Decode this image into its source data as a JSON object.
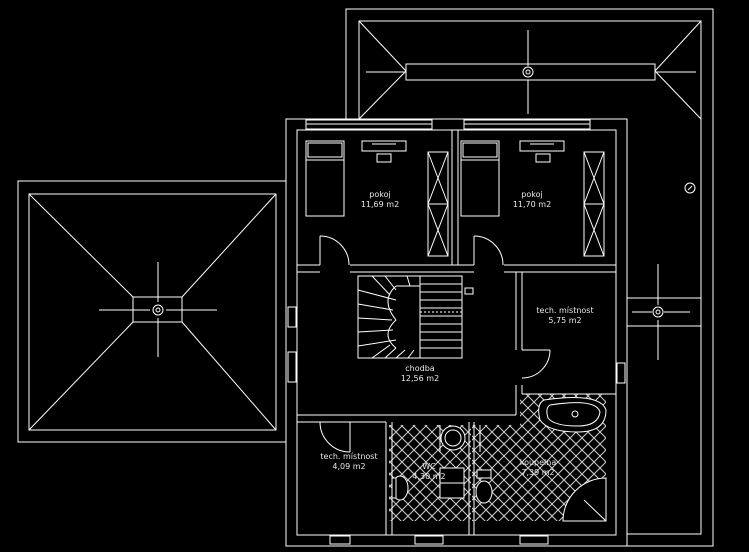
{
  "rooms": [
    {
      "name": "pokoj",
      "area": "11,69 m2"
    },
    {
      "name": "pokoj",
      "area": "11,70 m2"
    },
    {
      "name": "chodba",
      "area": "12,56 m2"
    },
    {
      "name": "tech. místnost",
      "area": "5,75 m2"
    },
    {
      "name": "tech. místnost",
      "area": "4,09 m2"
    },
    {
      "name": "WC",
      "area": "4,30 m2"
    },
    {
      "name": "koupelna",
      "area": "7,39 m2"
    }
  ],
  "colors": {
    "background": "#000000",
    "lines": "#ffffff",
    "text": "#e8e8e8"
  }
}
